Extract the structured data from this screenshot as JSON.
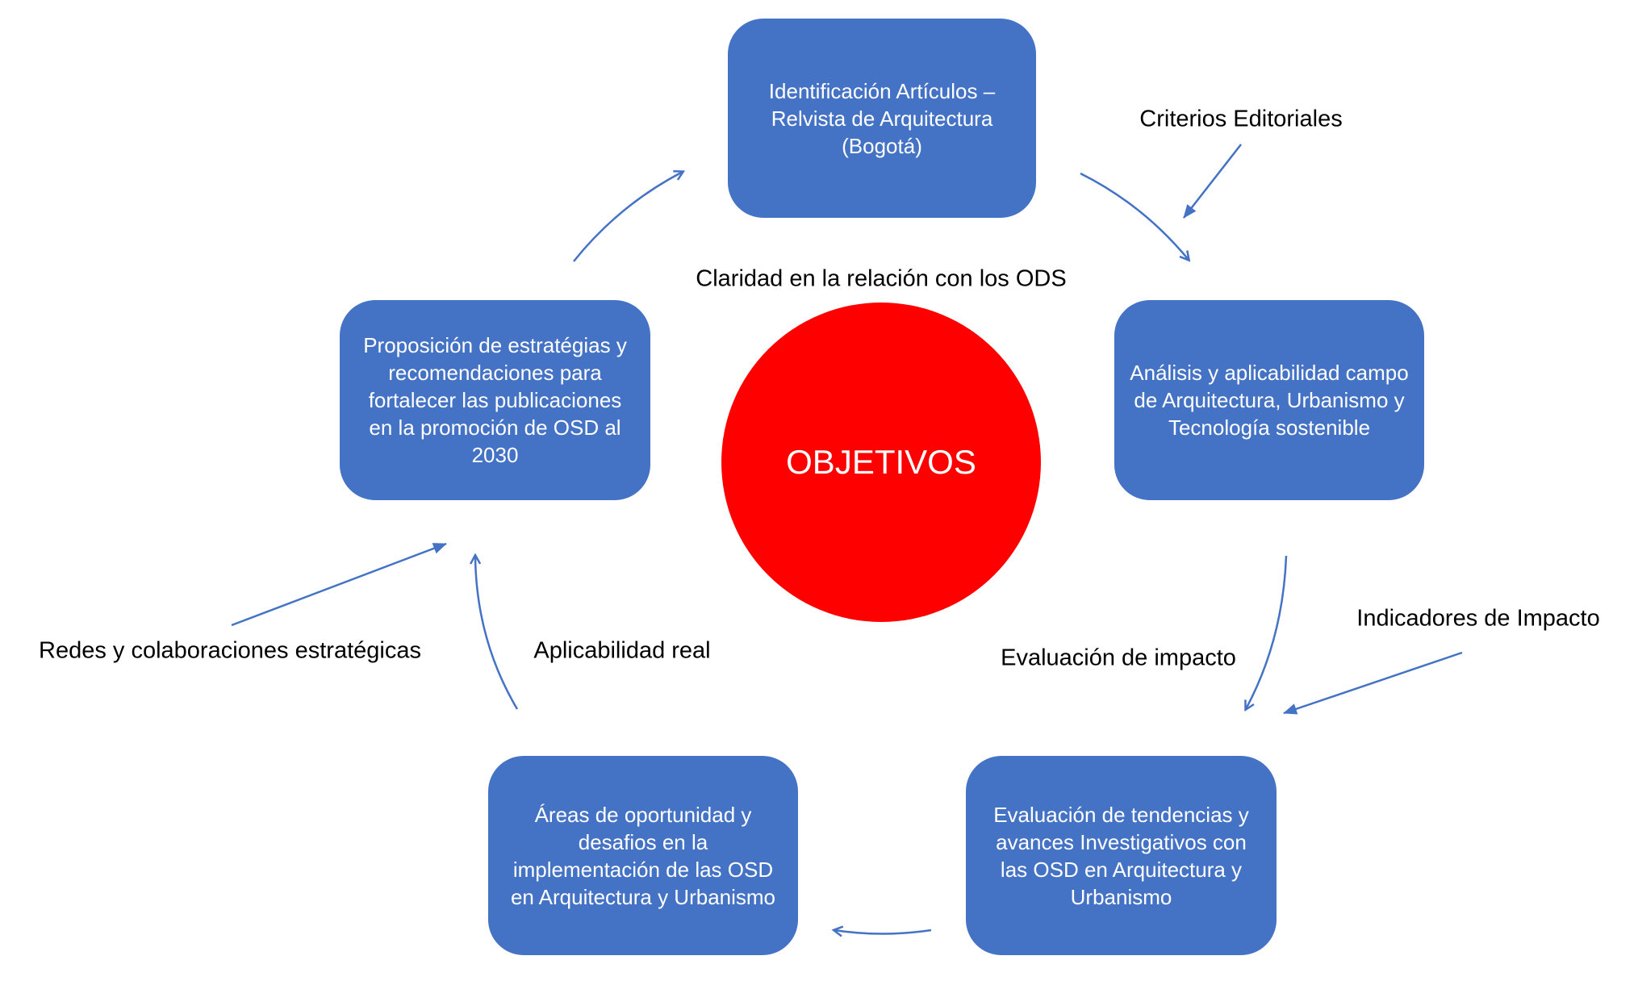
{
  "center": {
    "label": "OBJETIVOS"
  },
  "boxes": {
    "top": "Identificación Artículos – Relvista de Arquitectura (Bogotá)",
    "right": "Análisis y aplicabilidad campo de Arquitectura, Urbanismo y Tecnología sostenible",
    "bottom_right": "Evaluación de tendencias y avances Investigativos con las OSD en Arquitectura y Urbanismo",
    "bottom_left": "Áreas de oportunidad y desafios en la implementación de las OSD en Arquitectura y Urbanismo",
    "left": "Proposición de estratégias y recomendaciones para fortalecer las publicaciones en la promoción de OSD al 2030"
  },
  "labels": {
    "claridad": "Claridad en la relación con los ODS",
    "criterios": "Criterios Editoriales",
    "indicadores": "Indicadores de Impacto",
    "evaluacion": "Evaluación de impacto",
    "aplicabilidad": "Aplicabilidad real",
    "redes": "Redes y colaboraciones estratégicas"
  },
  "colors": {
    "box": "#4472c4",
    "circle": "#ff0000",
    "arrow": "#4472c4"
  }
}
